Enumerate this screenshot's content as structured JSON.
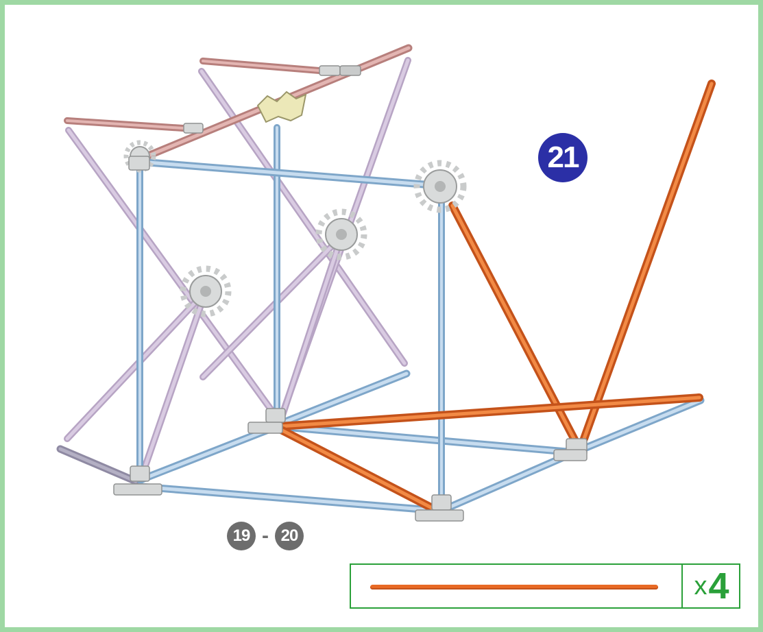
{
  "step": {
    "number": "21"
  },
  "previous_steps": {
    "from": "19",
    "separator": "-",
    "to": "20"
  },
  "parts": {
    "quantity_prefix": "x",
    "quantity": "4",
    "rod_color": "#e86a25"
  },
  "colors": {
    "frame_border": "#9fd8a4",
    "blue_rod": "#a9c9e6",
    "purple_rod": "#c9b6d4",
    "pink_rod": "#d9a3a0",
    "orange_rod": "#e86a25",
    "connector": "#d9dbdb",
    "step_badge": "#2b2fa6",
    "ref_badge": "#6d6d6d",
    "parts_border": "#2aa039"
  }
}
